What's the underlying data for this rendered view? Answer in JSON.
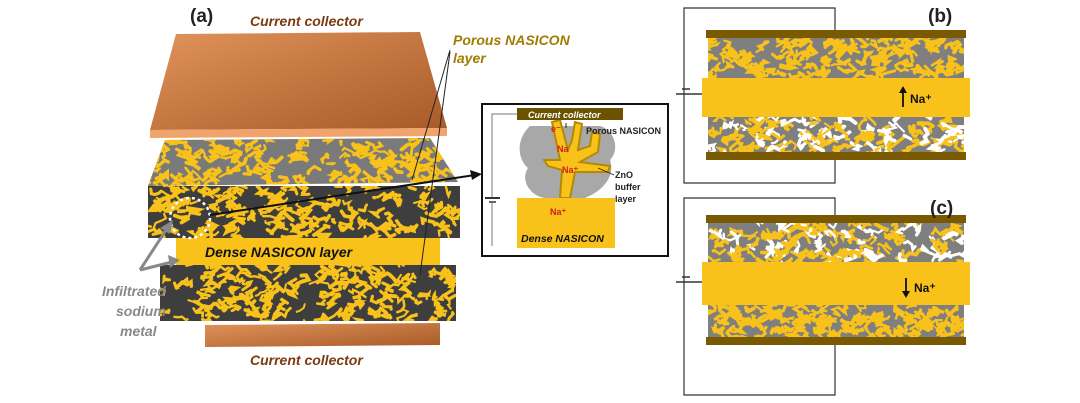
{
  "panel_a": {
    "label": "(a)",
    "top_collector": "Current collector",
    "bottom_collector": "Current collector",
    "porous_label_line1": "Porous NASICON",
    "porous_label_line2": "layer",
    "dense_label": "Dense NASICON layer",
    "infiltrated_line1": "Infiltrated",
    "infiltrated_line2": "sodium",
    "infiltrated_line3": "metal"
  },
  "inset": {
    "collector": "Current collector",
    "porous": "Porous NASICON",
    "electron": "e⁻",
    "na": "Na",
    "na_ion_top": "Na⁺",
    "buffer_line1": "ZnO",
    "buffer_line2": "buffer",
    "buffer_line3": "layer",
    "na_ion": "Na⁺",
    "dense": "Dense NASICON"
  },
  "panel_b": {
    "label": "(b)",
    "ion": "Na⁺",
    "direction": "up"
  },
  "panel_c": {
    "label": "(c)",
    "ion": "Na⁺",
    "direction": "down"
  },
  "colors": {
    "copper": "#c8733a",
    "gold": "#f8c21a",
    "grey": "#7f7f7f",
    "dark_grey": "#4a4a4a",
    "collector_bar": "#7a5a00",
    "text_brown": "#7b3a10",
    "text_gold": "#a37a00"
  }
}
